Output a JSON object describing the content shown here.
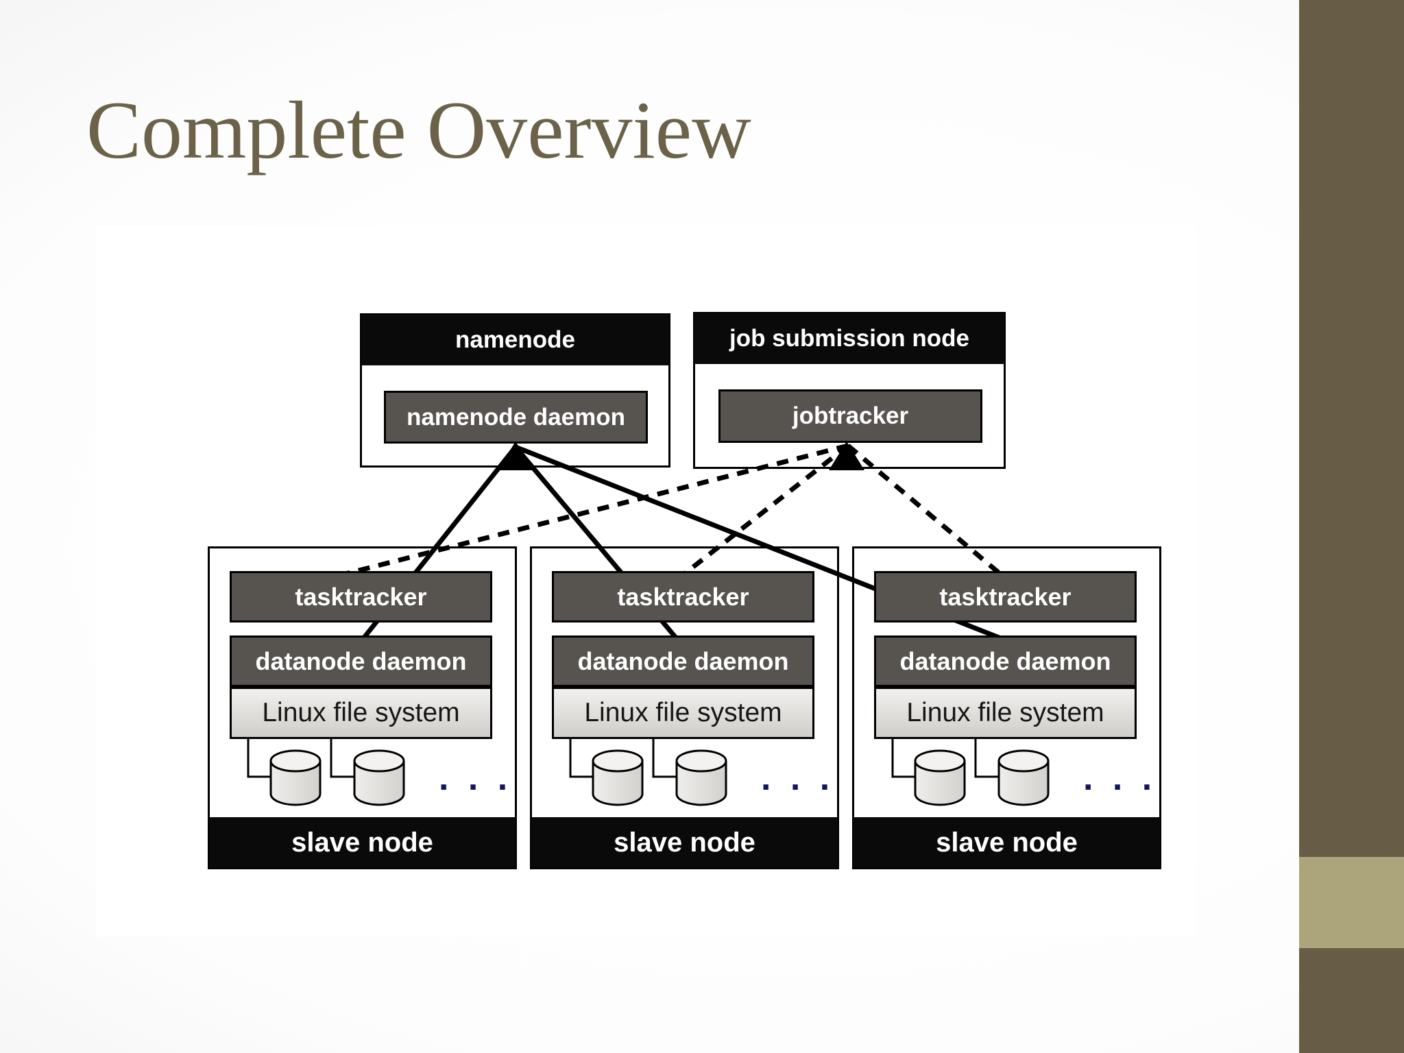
{
  "slide": {
    "title": "Complete Overview",
    "title_color": "#6b6249",
    "accent_bar_color": "#675d46",
    "accent_band_color": "#aca57b"
  },
  "diagram": {
    "masters": [
      {
        "header": "namenode",
        "daemon": "namenode daemon"
      },
      {
        "header": "job submission node",
        "daemon": "jobtracker"
      }
    ],
    "slaves": [
      {
        "tasktracker": "tasktracker",
        "datanode": "datanode daemon",
        "filesystem": "Linux file system",
        "footer": "slave node",
        "ellipsis": ". . ."
      },
      {
        "tasktracker": "tasktracker",
        "datanode": "datanode daemon",
        "filesystem": "Linux file system",
        "footer": "slave node",
        "ellipsis": ". . ."
      },
      {
        "tasktracker": "tasktracker",
        "datanode": "datanode daemon",
        "filesystem": "Linux file system",
        "footer": "slave node",
        "ellipsis": ". . ."
      }
    ],
    "colors": {
      "daemon_box": "#57534f",
      "header_band": "#0a0a0a",
      "filesystem_box": "#e7e6e3",
      "ellipsis_dots": "#13135f",
      "line": "#000000"
    },
    "connections": {
      "solid": "namenode daemon to each datanode daemon",
      "dashed": "jobtracker to each tasktracker"
    }
  }
}
